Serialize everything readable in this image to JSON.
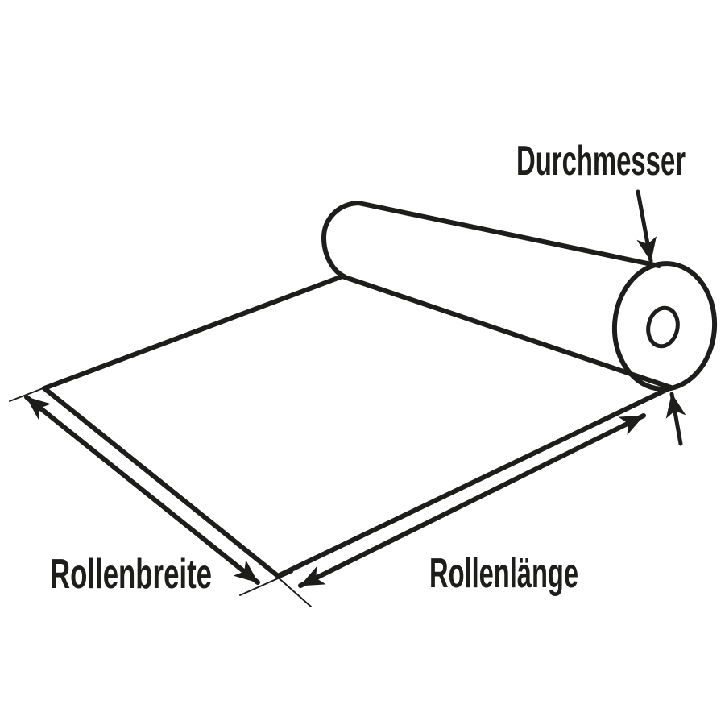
{
  "diagram": {
    "labels": {
      "diameter": "Durchmesser",
      "roll_width": "Rollenbreite",
      "roll_length": "Rollenlänge"
    },
    "colors": {
      "stroke": "#1d1d1b",
      "background": "#ffffff"
    }
  }
}
